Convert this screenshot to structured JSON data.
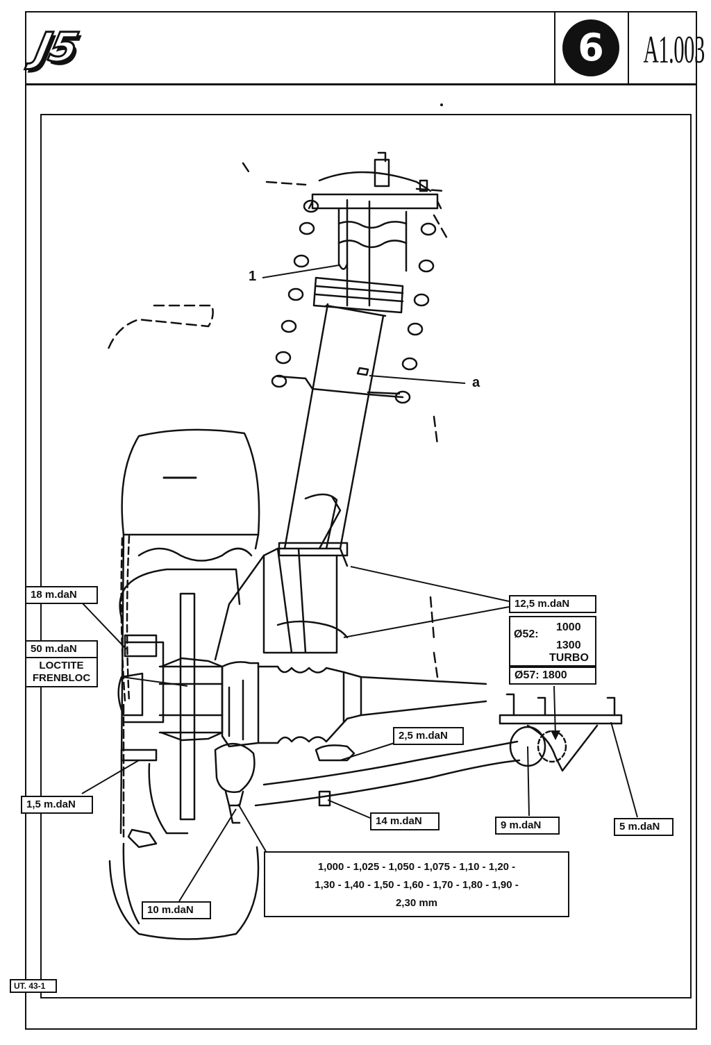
{
  "header": {
    "logo": "J5",
    "chapter": "6",
    "doc_code": "A1.003"
  },
  "callouts": {
    "item_1": "1",
    "item_a": "a",
    "torque_18": "18 m.daN",
    "torque_50": "50 m.daN",
    "loctite": [
      "LOCTITE",
      "FRENBLOC"
    ],
    "torque_12_5": "12,5 m.daN",
    "bore": {
      "d52": "Ø52:",
      "d52_values": [
        "1000",
        "1300",
        "TURBO"
      ],
      "d57": "Ø57: 1800"
    },
    "torque_2_5": "2,5 m.daN",
    "torque_1_5": "1,5 m.daN",
    "torque_14": "14 m.daN",
    "torque_9": "9 m.daN",
    "torque_5": "5 m.daN",
    "torque_10": "10 m.daN",
    "shims": [
      "1,000 - 1,025 - 1,050 - 1,075 - 1,10 - 1,20 -",
      "1,30 - 1,40 - 1,50 - 1,60 - 1,70 - 1,80 - 1,90 -",
      "2,30 mm"
    ]
  },
  "footer": {
    "ref": "UT. 43-1"
  }
}
